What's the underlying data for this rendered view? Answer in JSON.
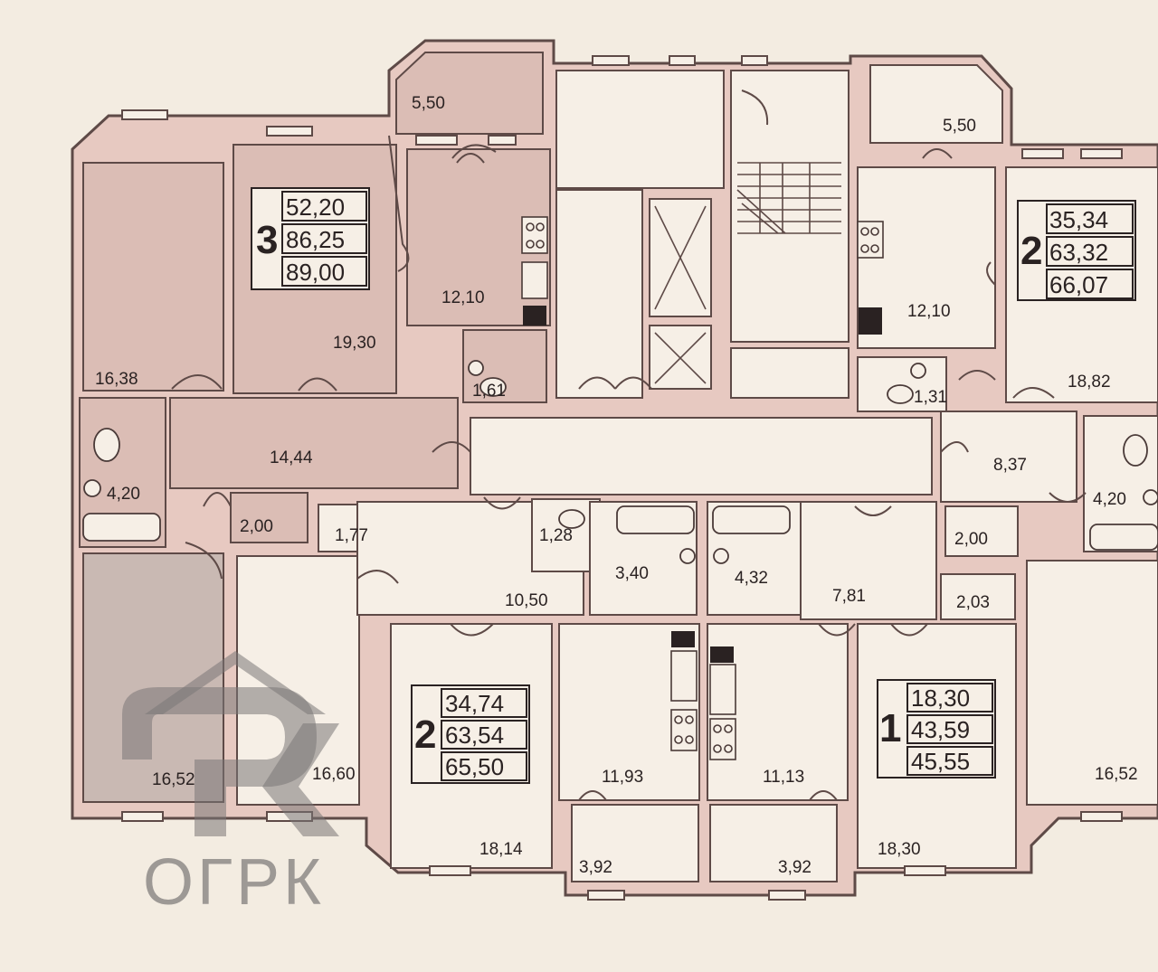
{
  "apartments": [
    {
      "rooms": "3",
      "living": "52,20",
      "total": "86,25",
      "full": "89,00"
    },
    {
      "rooms": "2",
      "living": "35,34",
      "total": "63,32",
      "full": "66,07"
    },
    {
      "rooms": "2",
      "living": "34,74",
      "total": "63,54",
      "full": "65,50"
    },
    {
      "rooms": "1",
      "living": "18,30",
      "total": "43,59",
      "full": "45,55"
    }
  ],
  "areas": {
    "balcony_tl": "5,50",
    "balcony_tr": "5,50",
    "room_1638": "16,38",
    "room_1930": "19,30",
    "kitchen_l": "12,10",
    "wc_l": "1,61",
    "hall_1444": "14,44",
    "bath_l": "4,20",
    "closet_l": "2,00",
    "room_1652_l": "16,52",
    "closet_177": "1,77",
    "wc_128": "1,28",
    "bath_340": "3,40",
    "hall_1050": "10,50",
    "room_1660": "16,60",
    "room_1814": "18,14",
    "kitchen_1193": "11,93",
    "loggia_l": "3,92",
    "bath_432": "4,32",
    "hall_781": "7,81",
    "closet_203": "2,03",
    "kitchen_1113": "11,13",
    "loggia_r": "3,92",
    "room_1830": "18,30",
    "room_1652_r": "16,52",
    "kitchen_r": "12,10",
    "wc_r": "1,31",
    "room_1882": "18,82",
    "hall_837": "8,37",
    "bath_r": "4,20",
    "closet_r": "2,00"
  },
  "logo": {
    "text": "ОГРК"
  }
}
